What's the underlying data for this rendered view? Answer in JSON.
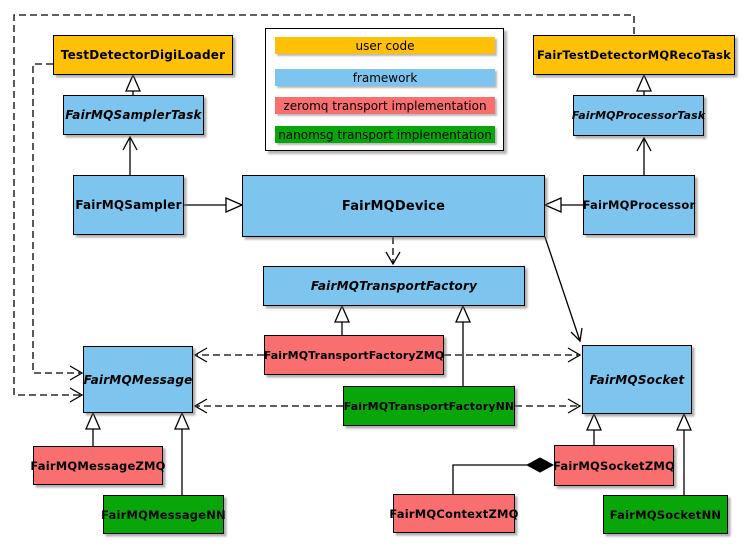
{
  "diagram_type": "uml-class-diagram",
  "colors": {
    "user_code": "#FFC107",
    "framework": "#7DC5EE",
    "zeromq": "#F96F6F",
    "nanomsg": "#09A609",
    "line": "#000000",
    "background": "#FFFFFF"
  },
  "legend": {
    "items": [
      {
        "label": "user code",
        "color_key": "user_code"
      },
      {
        "label": "framework",
        "color_key": "framework"
      },
      {
        "label": "zeromq transport implementation",
        "color_key": "zeromq"
      },
      {
        "label": "nanomsg transport implementation",
        "color_key": "nanomsg"
      }
    ]
  },
  "nodes": {
    "test_detector_digi_loader": {
      "label": "TestDetectorDigiLoader",
      "category": "user_code",
      "abstract": false
    },
    "fair_test_detector_mq_reco_task": {
      "label": "FairTestDetectorMQRecoTask",
      "category": "user_code",
      "abstract": false
    },
    "fairmq_sampler_task": {
      "label": "FairMQSamplerTask",
      "category": "framework",
      "abstract": true
    },
    "fairmq_processor_task": {
      "label": "FairMQProcessorTask",
      "category": "framework",
      "abstract": true
    },
    "fairmq_sampler": {
      "label": "FairMQSampler",
      "category": "framework",
      "abstract": false
    },
    "fairmq_device": {
      "label": "FairMQDevice",
      "category": "framework",
      "abstract": false
    },
    "fairmq_processor": {
      "label": "FairMQProcessor",
      "category": "framework",
      "abstract": false
    },
    "fairmq_transport_factory": {
      "label": "FairMQTransportFactory",
      "category": "framework",
      "abstract": true
    },
    "fairmq_transport_factory_zmq": {
      "label": "FairMQTransportFactoryZMQ",
      "category": "zeromq",
      "abstract": false
    },
    "fairmq_transport_factory_nn": {
      "label": "FairMQTransportFactoryNN",
      "category": "nanomsg",
      "abstract": false
    },
    "fairmq_message": {
      "label": "FairMQMessage",
      "category": "framework",
      "abstract": true
    },
    "fairmq_socket": {
      "label": "FairMQSocket",
      "category": "framework",
      "abstract": true
    },
    "fairmq_message_zmq": {
      "label": "FairMQMessageZMQ",
      "category": "zeromq",
      "abstract": false
    },
    "fairmq_message_nn": {
      "label": "FairMQMessageNN",
      "category": "nanomsg",
      "abstract": false
    },
    "fairmq_context_zmq": {
      "label": "FairMQContextZMQ",
      "category": "zeromq",
      "abstract": false
    },
    "fairmq_socket_zmq": {
      "label": "FairMQSocketZMQ",
      "category": "zeromq",
      "abstract": false
    },
    "fairmq_socket_nn": {
      "label": "FairMQSocketNN",
      "category": "nanomsg",
      "abstract": false
    }
  },
  "edges": [
    {
      "from": "fairmq_sampler_task",
      "to": "test_detector_digi_loader",
      "type": "inheritance",
      "style": "solid-hollow-triangle"
    },
    {
      "from": "fairmq_processor_task",
      "to": "fair_test_detector_mq_reco_task",
      "type": "inheritance",
      "style": "solid-hollow-triangle"
    },
    {
      "from": "fairmq_sampler",
      "to": "fairmq_sampler_task",
      "type": "association",
      "style": "solid-open-arrow"
    },
    {
      "from": "fairmq_processor",
      "to": "fairmq_processor_task",
      "type": "association",
      "style": "solid-open-arrow"
    },
    {
      "from": "fairmq_sampler",
      "to": "fairmq_device",
      "type": "inheritance",
      "style": "solid-hollow-triangle"
    },
    {
      "from": "fairmq_processor",
      "to": "fairmq_device",
      "type": "inheritance",
      "style": "solid-hollow-triangle"
    },
    {
      "from": "fairmq_device",
      "to": "fairmq_transport_factory",
      "type": "dependency",
      "style": "dashed-open-arrow"
    },
    {
      "from": "fairmq_device",
      "to": "fairmq_socket",
      "type": "association",
      "style": "solid-open-arrow"
    },
    {
      "from": "test_detector_digi_loader",
      "to": "fairmq_message",
      "type": "dependency",
      "style": "dashed-open-arrow"
    },
    {
      "from": "fair_test_detector_mq_reco_task",
      "to": "fairmq_message",
      "type": "dependency",
      "style": "dashed-open-arrow"
    },
    {
      "from": "fairmq_transport_factory_zmq",
      "to": "fairmq_transport_factory",
      "type": "inheritance",
      "style": "solid-hollow-triangle"
    },
    {
      "from": "fairmq_transport_factory_nn",
      "to": "fairmq_transport_factory",
      "type": "inheritance",
      "style": "solid-hollow-triangle"
    },
    {
      "from": "fairmq_transport_factory_zmq",
      "to": "fairmq_message",
      "type": "dependency",
      "style": "dashed-open-arrow"
    },
    {
      "from": "fairmq_transport_factory_zmq",
      "to": "fairmq_socket",
      "type": "dependency",
      "style": "dashed-open-arrow"
    },
    {
      "from": "fairmq_transport_factory_nn",
      "to": "fairmq_message",
      "type": "dependency",
      "style": "dashed-open-arrow"
    },
    {
      "from": "fairmq_transport_factory_nn",
      "to": "fairmq_socket",
      "type": "dependency",
      "style": "dashed-open-arrow"
    },
    {
      "from": "fairmq_message_zmq",
      "to": "fairmq_message",
      "type": "inheritance",
      "style": "solid-hollow-triangle"
    },
    {
      "from": "fairmq_message_nn",
      "to": "fairmq_message",
      "type": "inheritance",
      "style": "solid-hollow-triangle"
    },
    {
      "from": "fairmq_socket_zmq",
      "to": "fairmq_socket",
      "type": "inheritance",
      "style": "solid-hollow-triangle"
    },
    {
      "from": "fairmq_socket_nn",
      "to": "fairmq_socket",
      "type": "inheritance",
      "style": "solid-hollow-triangle"
    },
    {
      "from": "fairmq_context_zmq",
      "to": "fairmq_socket_zmq",
      "type": "composition",
      "style": "solid-filled-diamond"
    }
  ]
}
